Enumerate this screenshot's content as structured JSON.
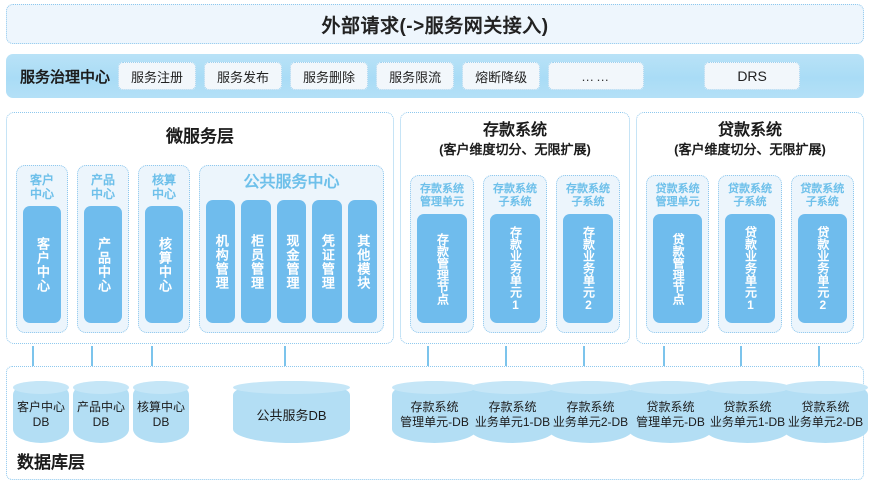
{
  "banner": {
    "text": "外部请求(->服务网关接入)"
  },
  "governance": {
    "title": "服务治理中心",
    "chips": [
      "服务注册",
      "服务发布",
      "服务删除",
      "服务限流",
      "熔断降级",
      "……"
    ],
    "drs": "DRS"
  },
  "panels": {
    "micro": {
      "title": "微服务层",
      "subtitle": "",
      "groups": [
        {
          "title": "客户\n中心",
          "chips": [
            "客户中心"
          ]
        },
        {
          "title": "产品\n中心",
          "chips": [
            "产品中心"
          ]
        },
        {
          "title": "核算\n中心",
          "chips": [
            "核算中心"
          ]
        },
        {
          "title": "公共服务中心",
          "chips": [
            "机构管理",
            "柜员管理",
            "现金管理",
            "凭证管理",
            "其他模块"
          ]
        }
      ]
    },
    "deposit": {
      "title": "存款系统",
      "subtitle": "(客户维度切分、无限扩展)",
      "groups": [
        {
          "title": "存款系统\n管理单元",
          "chips": [
            "存款管理节点"
          ]
        },
        {
          "title": "存款系统\n子系统",
          "chips": [
            "存款业务单元1"
          ]
        },
        {
          "title": "存款系统\n子系统",
          "chips": [
            "存款业务单元2"
          ]
        }
      ]
    },
    "loan": {
      "title": "贷款系统",
      "subtitle": "(客户维度切分、无限扩展)",
      "groups": [
        {
          "title": "贷款系统\n管理单元",
          "chips": [
            "贷款管理节点"
          ]
        },
        {
          "title": "贷款系统\n子系统",
          "chips": [
            "贷款业务单元1"
          ]
        },
        {
          "title": "贷款系统\n子系统",
          "chips": [
            "贷款业务单元2"
          ]
        }
      ]
    }
  },
  "database_layer": {
    "label": "数据库层",
    "cylinders": [
      {
        "text": "客户中心\nDB"
      },
      {
        "text": "产品中心\nDB"
      },
      {
        "text": "核算中心\nDB"
      },
      {
        "text": "公共服务DB"
      },
      {
        "text": "存款系统\n管理单元-DB"
      },
      {
        "text": "存款系统\n业务单元1-DB"
      },
      {
        "text": "存款系统\n业务单元2-DB"
      },
      {
        "text": "贷款系统\n管理单元-DB"
      },
      {
        "text": "贷款系统\n业务单元1-DB"
      },
      {
        "text": "贷款系统\n业务单元2-DB"
      }
    ]
  },
  "colors": {
    "accent_blue": "#6fbced",
    "panel_border": "#8ec8ee",
    "group_fill": "#ecf5fc",
    "gov_bar": "#aedcf6",
    "cylinder": "#b3def4",
    "cylinder_cap": "#c5e6f7",
    "arrow": "#7cc4ec",
    "banner_fill": "#eef6fd"
  }
}
